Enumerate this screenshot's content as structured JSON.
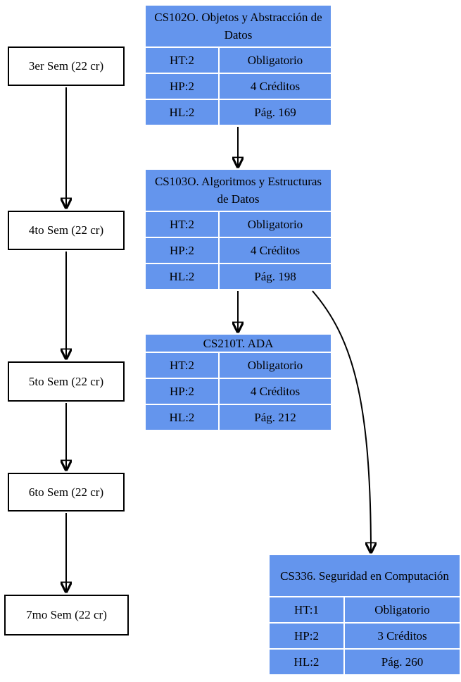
{
  "colors": {
    "card_fill": "#6495ED",
    "node_border": "#000000",
    "arrow": "#000000",
    "background": "#ffffff",
    "text": "#000000"
  },
  "semesters": [
    {
      "label": "3er Sem (22 cr)"
    },
    {
      "label": "4to Sem (22 cr)"
    },
    {
      "label": "5to Sem (22 cr)"
    },
    {
      "label": "6to Sem (22 cr)"
    },
    {
      "label": "7mo Sem (22 cr)"
    }
  ],
  "courses": [
    {
      "title": "CS102O. Objetos y Abstracción de Datos",
      "rows": [
        {
          "left": "HT:2",
          "right": "Obligatorio"
        },
        {
          "left": "HP:2",
          "right": "4 Créditos"
        },
        {
          "left": "HL:2",
          "right": "Pág. 169"
        }
      ]
    },
    {
      "title": "CS103O. Algoritmos y Estructuras de Datos",
      "rows": [
        {
          "left": "HT:2",
          "right": "Obligatorio"
        },
        {
          "left": "HP:2",
          "right": "4 Créditos"
        },
        {
          "left": "HL:2",
          "right": "Pág. 198"
        }
      ]
    },
    {
      "title": "CS210T. ADA",
      "rows": [
        {
          "left": "HT:2",
          "right": "Obligatorio"
        },
        {
          "left": "HP:2",
          "right": "4 Créditos"
        },
        {
          "left": "HL:2",
          "right": "Pág. 212"
        }
      ]
    },
    {
      "title": "CS336. Seguridad en Computación",
      "rows": [
        {
          "left": "HT:1",
          "right": "Obligatorio"
        },
        {
          "left": "HP:2",
          "right": "3 Créditos"
        },
        {
          "left": "HL:2",
          "right": "Pág. 260"
        }
      ]
    }
  ]
}
